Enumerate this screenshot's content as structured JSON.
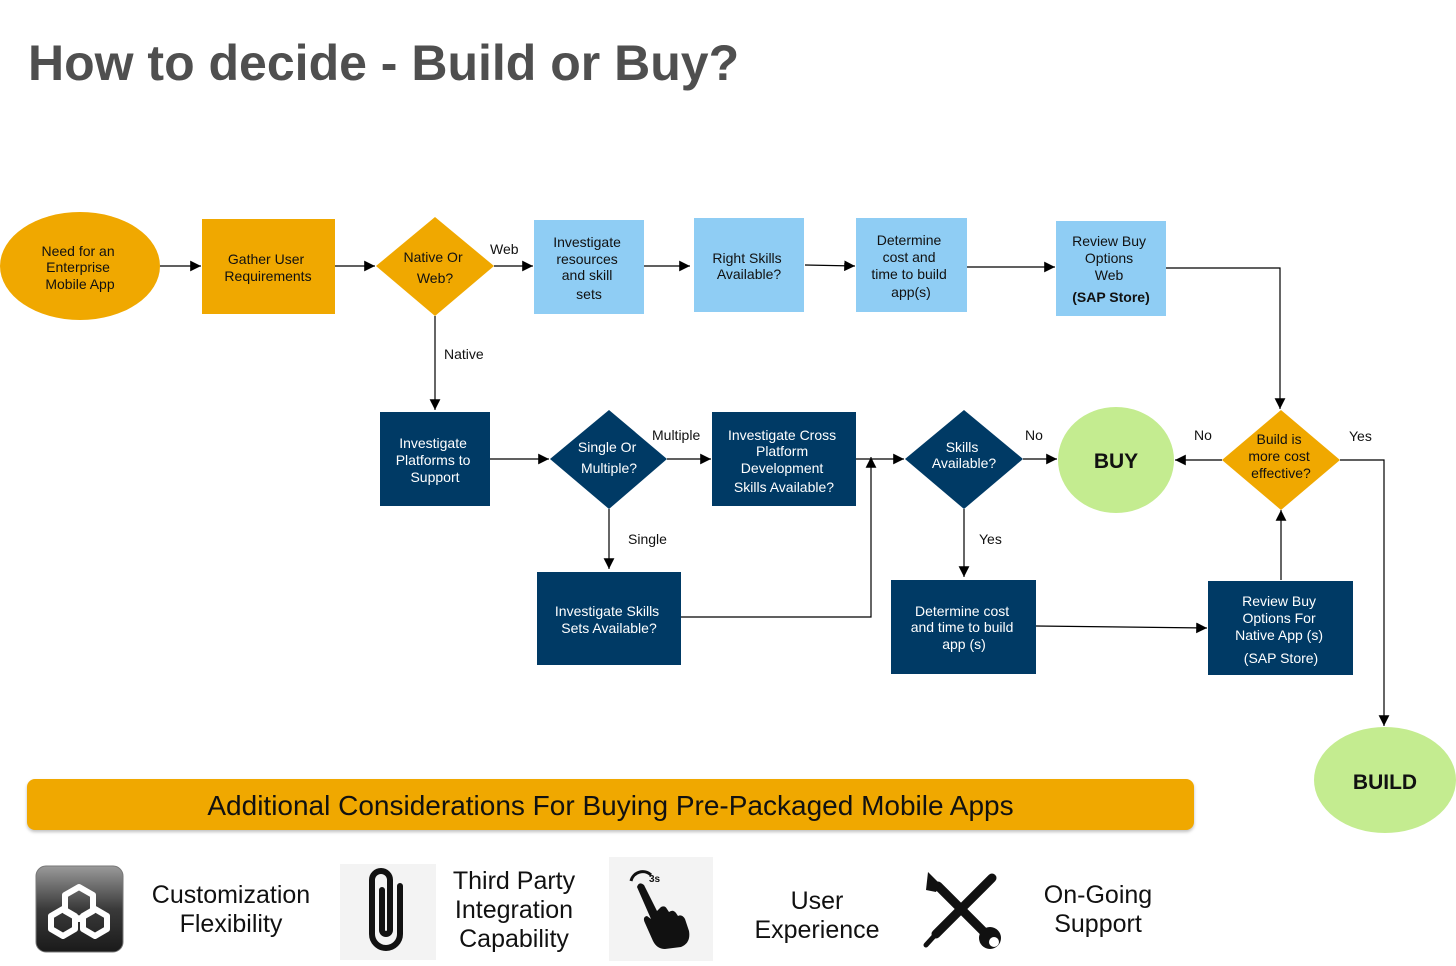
{
  "title": "How to decide - Build or Buy?",
  "nodes": {
    "need": [
      "Need for an",
      "Enterprise",
      "Mobile App"
    ],
    "gather": [
      "Gather User",
      "Requirements"
    ],
    "native_or_web": [
      "Native Or",
      "Web?"
    ],
    "invest_resources": [
      "Investigate",
      "resources",
      "and skill",
      "sets"
    ],
    "right_skills": [
      "Right Skills",
      "Available?"
    ],
    "determine_cost_web": [
      "Determine",
      "cost and",
      "time to build",
      "app(s)"
    ],
    "review_buy_web": [
      "Review Buy",
      "Options",
      "Web",
      "(SAP Store)"
    ],
    "invest_platforms": [
      "Investigate",
      "Platforms to",
      "Support"
    ],
    "single_or_multiple": [
      "Single Or",
      "Multiple?"
    ],
    "invest_cross": [
      "Investigate Cross",
      "Platform",
      "Development",
      "Skills Available?"
    ],
    "skills_available": [
      "Skills",
      "Available?"
    ],
    "buy": "BUY",
    "build_cost_effective": [
      "Build is",
      "more cost",
      "effective?"
    ],
    "invest_skill_sets": [
      "Investigate Skills",
      "Sets  Available?"
    ],
    "determine_cost_native": [
      "Determine cost",
      "and time to build",
      "app (s)"
    ],
    "review_buy_native": [
      "Review Buy",
      "Options For",
      "Native App (s)",
      "(SAP Store)"
    ],
    "build": "BUILD"
  },
  "edge_labels": {
    "web": "Web",
    "native": "Native",
    "multiple": "Multiple",
    "single": "Single",
    "no_skills": "No",
    "yes_skills": "Yes",
    "no_build": "No",
    "yes_build": "Yes"
  },
  "banner": "Additional Considerations For Buying Pre-Packaged Mobile Apps",
  "considerations": [
    {
      "label": [
        "Customization",
        "Flexibility"
      ],
      "icon": "cube-app-icon"
    },
    {
      "label": [
        "Third Party",
        "Integration",
        "Capability"
      ],
      "icon": "paperclip-icon"
    },
    {
      "label": [
        "User",
        "Experience"
      ],
      "icon": "touch-hand-icon",
      "icon_text": "3s"
    },
    {
      "label": [
        "On-Going",
        "Support"
      ],
      "icon": "wrench-screwdriver-icon"
    }
  ],
  "colors": {
    "orange": "#f0a800",
    "light_blue": "#8fcdf4",
    "dark_blue": "#003a65",
    "green": "#c4ec90",
    "title_gray": "#4f4f4f"
  }
}
